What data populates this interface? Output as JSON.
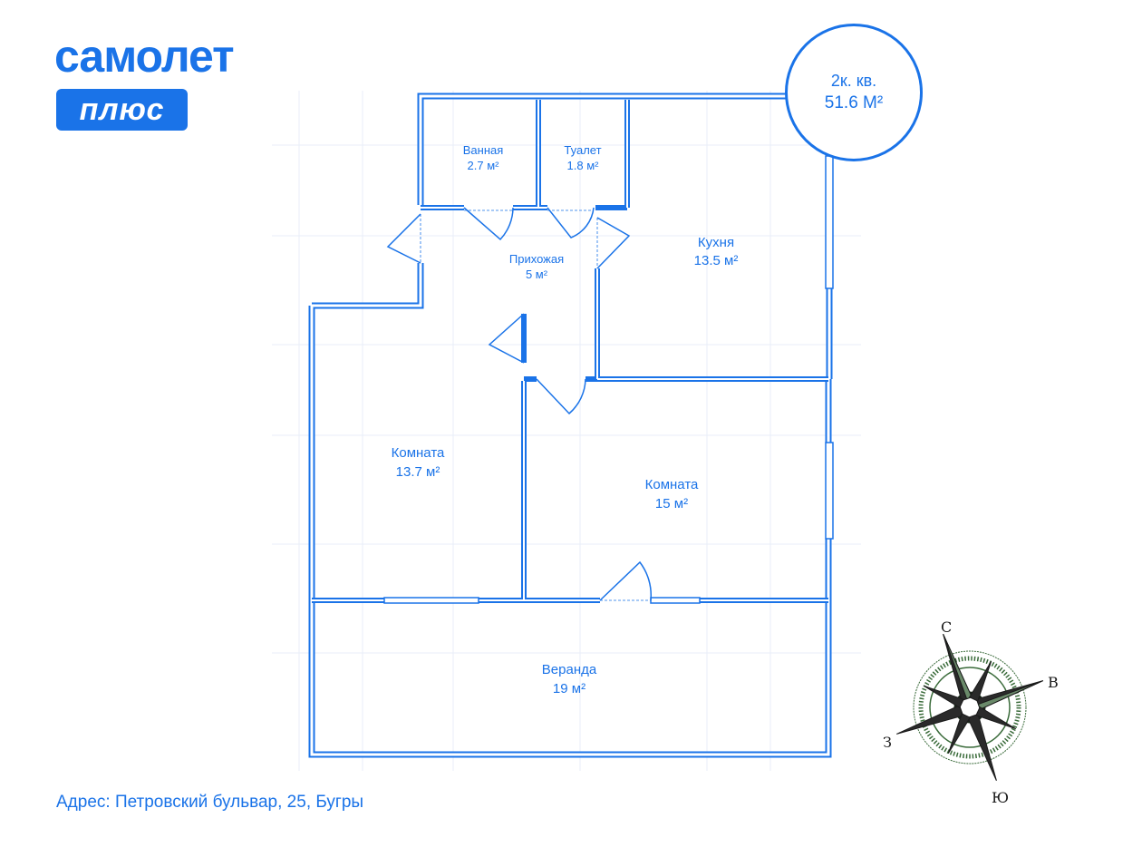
{
  "brand": {
    "name": "самолет",
    "badge": "плюс",
    "color": "#1a73e8"
  },
  "apartment": {
    "type": "2к. кв.",
    "area": "51.6 М²"
  },
  "address": "Адрес: Петровский бульвар, 25, Бугры",
  "rooms": [
    {
      "id": "bathroom",
      "name": "Ванная",
      "area": "2.7 м²"
    },
    {
      "id": "toilet",
      "name": "Туалет",
      "area": "1.8 м²"
    },
    {
      "id": "hallway",
      "name": "Прихожая",
      "area": "5 м²"
    },
    {
      "id": "kitchen",
      "name": "Кухня",
      "area": "13.5 м²"
    },
    {
      "id": "room1",
      "name": "Комната",
      "area": "13.7 м²"
    },
    {
      "id": "room2",
      "name": "Комната",
      "area": "15 м²"
    },
    {
      "id": "veranda",
      "name": "Веранда",
      "area": "19 м²"
    }
  ],
  "compass": {
    "north": "С",
    "east": "В",
    "south": "Ю",
    "west": "З"
  }
}
